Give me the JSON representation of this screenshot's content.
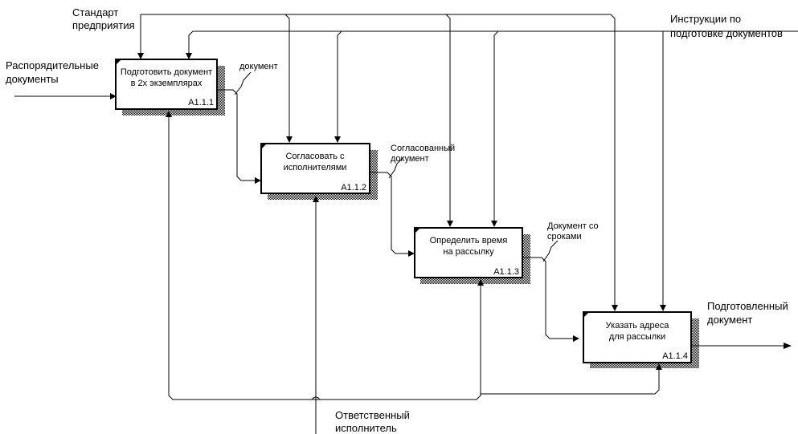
{
  "diagram": {
    "boxes": [
      {
        "line1": "Подготовить документ",
        "line2": "в 2х экземплярах",
        "id": "А1.1.1"
      },
      {
        "line1": "Согласовать с",
        "line2": "исполнителями",
        "id": "А1.1.2"
      },
      {
        "line1": "Определить время",
        "line2": "на рассылку",
        "id": "А1.1.3"
      },
      {
        "line1": "Указать адреса",
        "line2": "для рассылки",
        "id": "А1.1.4"
      }
    ],
    "labels": {
      "standard_l1": "Стандарт",
      "standard_l2": "предприятия",
      "instructions_l1": "Инструкции по",
      "instructions_l2": "подготовке документов",
      "orders_l1": "Распорядительные",
      "orders_l2": "документы",
      "document": "документ",
      "agreed_l1": "Согласованный",
      "agreed_l2": "документ",
      "doc_terms_l1": "Документ со",
      "doc_terms_l2": "сроками",
      "prepared_l1": "Подготовленный",
      "prepared_l2": "документ",
      "responsible_l1": "Ответственный",
      "responsible_l2": "исполнитель"
    }
  }
}
